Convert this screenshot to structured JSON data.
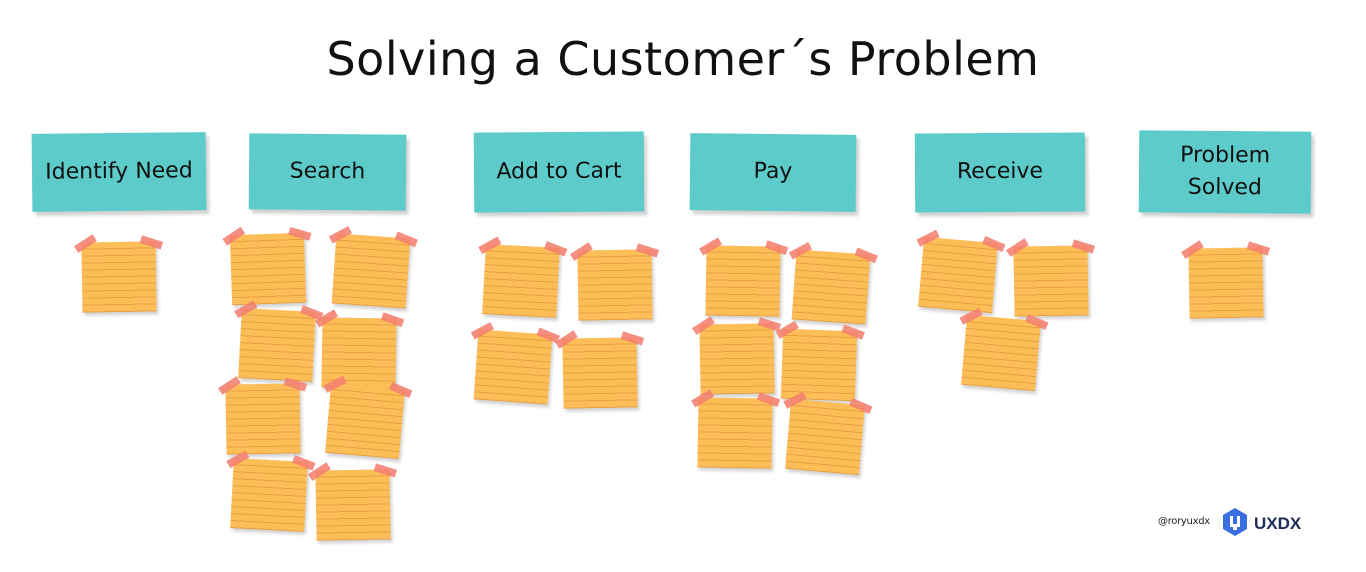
{
  "title": "Solving a Customer´s Problem",
  "columns": [
    {
      "label": "Identify Need",
      "note_count": 1
    },
    {
      "label": "Search",
      "note_count": 8
    },
    {
      "label": "Add to Cart",
      "note_count": 4
    },
    {
      "label": "Pay",
      "note_count": 6
    },
    {
      "label": "Receive",
      "note_count": 3
    },
    {
      "label": "Problem\nSolved",
      "note_count": 1
    }
  ],
  "footer": {
    "handle": "@roryuxdx",
    "brand_name": "UXDX",
    "brand_icon": "uxdx-hexagon-logo-icon",
    "brand_color": "#3b6fe0"
  },
  "colors": {
    "header": "#5ccbc9",
    "sticky_note": "#fdbe58",
    "tape": "#f48070"
  }
}
